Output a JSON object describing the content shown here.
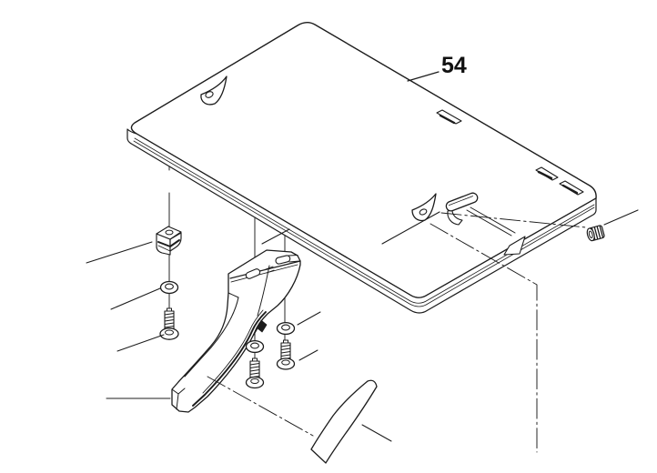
{
  "diagram": {
    "callout": {
      "label": "54"
    },
    "colors": {
      "background": "#ffffff",
      "line": "#1c1c1c"
    },
    "parts": [
      "table-top-panel",
      "arrow-marker-top-left",
      "arrow-marker-center",
      "vent-slot-a",
      "vent-slot-b",
      "vent-slot-c",
      "latch-pin-boss",
      "kerf-groove",
      "edge-notch-tab",
      "set-screw",
      "retainer-clip",
      "flat-washer-left",
      "screw-left",
      "support-bracket",
      "flat-washer-middle",
      "screw-middle",
      "flat-washer-right",
      "screw-right",
      "curved-guard-strip"
    ]
  }
}
